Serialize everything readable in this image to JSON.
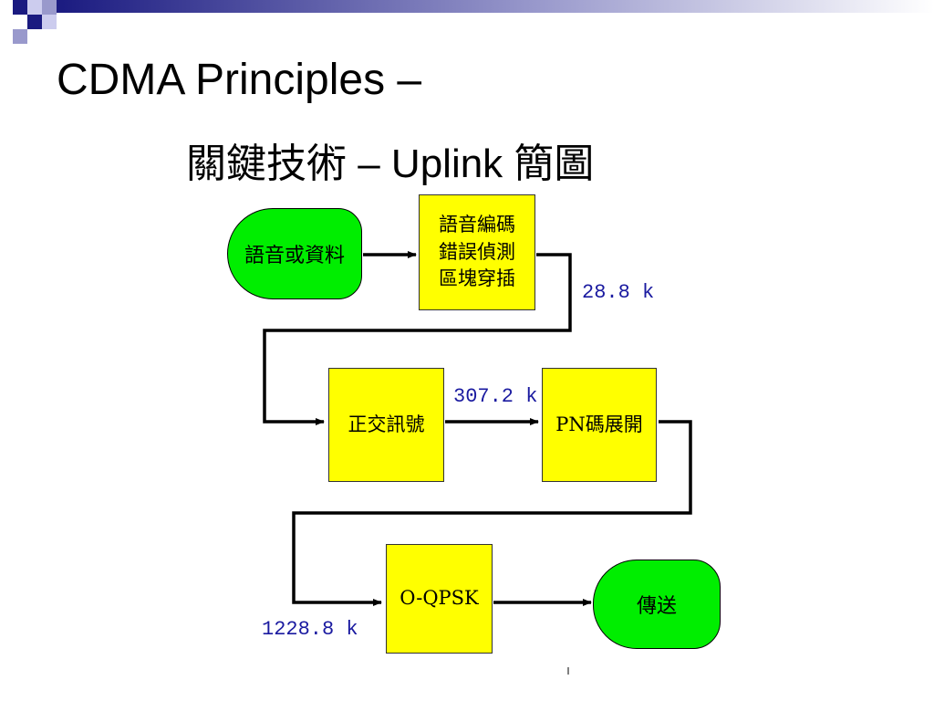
{
  "slide": {
    "title_line1": "CDMA Principles –",
    "title_line2": "關鍵技術 – Uplink 簡圖"
  },
  "diagram": {
    "nodes": {
      "input": "語音或資料",
      "coding": [
        "語音編碼",
        "錯誤偵測",
        "區塊穿插"
      ],
      "orthogonal": "正交訊號",
      "pn": "PN碼展開",
      "oqpsk": "O-QPSK",
      "transmit": "傳送"
    },
    "rates": {
      "after_coding": "28.8 k",
      "after_orthogonal": "307.2 k",
      "after_pn": "1228.8 k"
    },
    "colors": {
      "process_box": "#ffff00",
      "terminal": "#00ee00",
      "rate_text": "#1a1aa0"
    }
  }
}
